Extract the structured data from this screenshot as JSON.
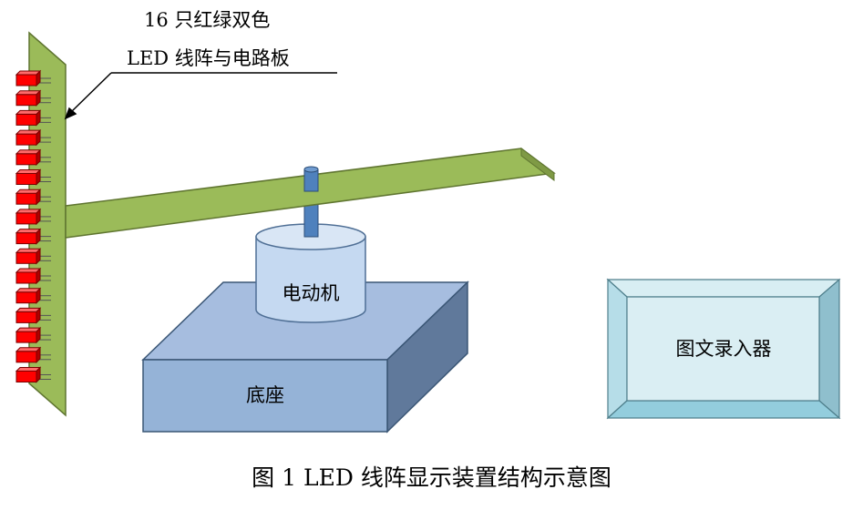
{
  "annotation": {
    "line1": "16 只红绿双色",
    "line2": "LED 线阵与电路板"
  },
  "labels": {
    "motor": "电动机",
    "base": "底座",
    "input_device": "图文录入器"
  },
  "caption": "图 1 LED 线阵显示装置结构示意图",
  "colors": {
    "board": "#9bbb59",
    "led": "#ff0000",
    "motor": "#c5d9f1",
    "shaft": "#4f81bd",
    "base_front": "#95b3d7",
    "input_face": "#daeef3"
  }
}
